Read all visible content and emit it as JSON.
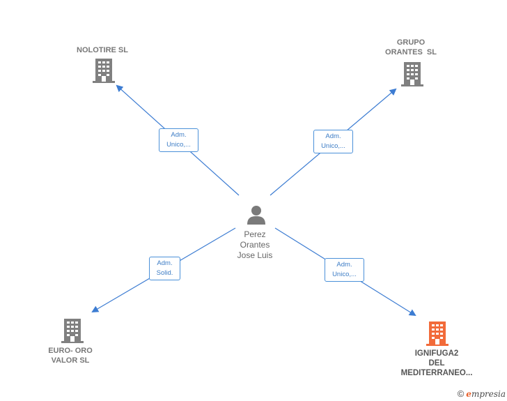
{
  "center": {
    "name_lines": [
      "Perez",
      "Orantes",
      "Jose Luis"
    ],
    "icon": "person-icon"
  },
  "companies": [
    {
      "id": "nolotire",
      "lines": [
        "NOLOTIRE SL"
      ],
      "icon": "building-icon",
      "color": "#808080"
    },
    {
      "id": "grupo-orantes",
      "lines": [
        "GRUPO",
        "ORANTES  SL"
      ],
      "icon": "building-icon",
      "color": "#808080"
    },
    {
      "id": "euro-oro",
      "lines": [
        "EURO- ORO",
        "VALOR SL"
      ],
      "icon": "building-icon",
      "color": "#808080"
    },
    {
      "id": "ignifuga2",
      "lines": [
        "IGNIFUGA2",
        "DEL",
        "MEDITERRANEO..."
      ],
      "icon": "building-icon",
      "color": "#f26b3a"
    }
  ],
  "relations": [
    {
      "to": "nolotire",
      "lines": [
        "Adm.",
        "Unico,..."
      ]
    },
    {
      "to": "grupo-orantes",
      "lines": [
        "Adm.",
        "Unico,..."
      ]
    },
    {
      "to": "euro-oro",
      "lines": [
        "Adm.",
        "Solid."
      ]
    },
    {
      "to": "ignifuga2",
      "lines": [
        "Adm.",
        "Unico,..."
      ]
    }
  ],
  "colors": {
    "edge": "#3c7cd2",
    "building": "#808080",
    "building_highlight": "#f26b3a",
    "person": "#7a7a7a"
  },
  "brand": {
    "copyright": "©",
    "initial": "e",
    "rest": "mpresia"
  }
}
